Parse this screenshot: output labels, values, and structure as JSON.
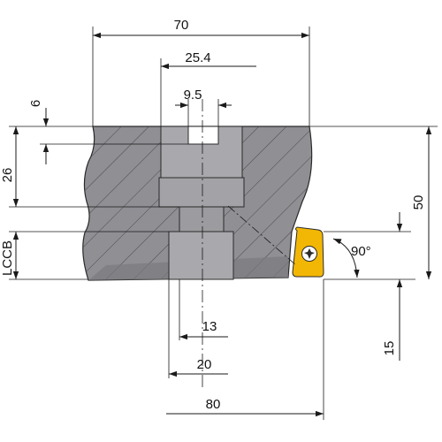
{
  "drawing": {
    "type": "face mill cross-section dimension drawing",
    "dimensions": {
      "d70": "70",
      "d25_4": "25.4",
      "d9_5": "9.5",
      "d6": "6",
      "d26": "26",
      "lccb": "LCCB",
      "d50": "50",
      "angle": "90°",
      "d13": "13",
      "d20": "20",
      "d80": "80",
      "d15": "15"
    },
    "colors": {
      "body": "#8f8f94",
      "body_dark": "#78787d",
      "bore": "#a9a9ad",
      "insert": "#f2b705",
      "line": "#1a1a1a"
    }
  }
}
